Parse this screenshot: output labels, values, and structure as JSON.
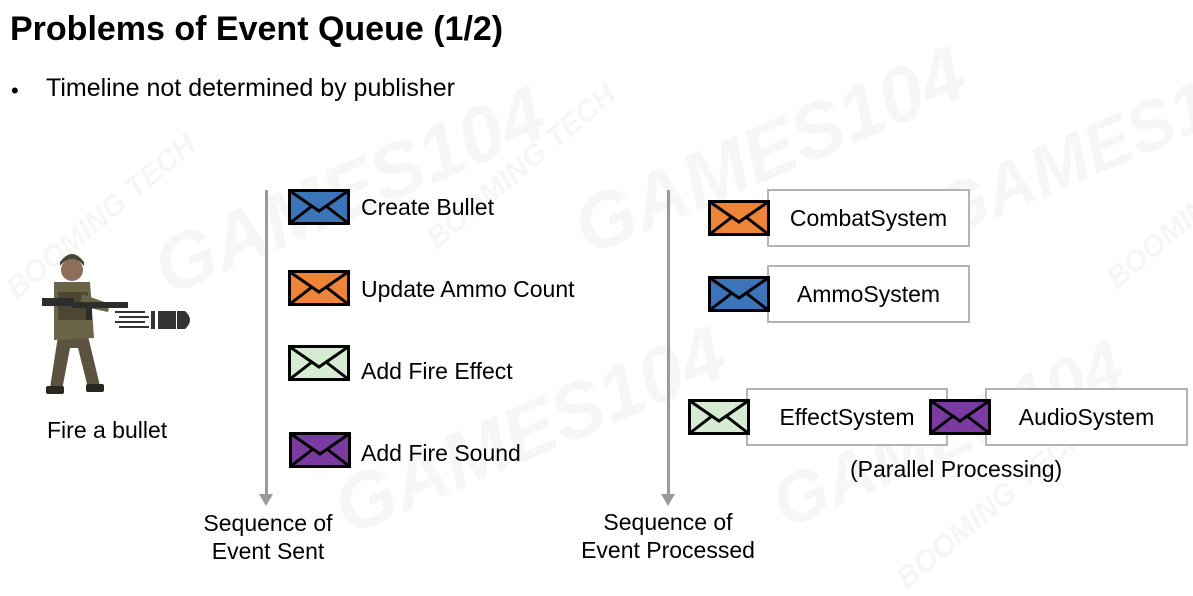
{
  "slide": {
    "title": "Problems of Event Queue (1/2)",
    "bullet": "Timeline not determined by publisher",
    "watermark_text": "GAMES104",
    "watermark_small": "BOOMING TECH"
  },
  "publisher": {
    "caption": "Fire a bullet",
    "soldier_icon": "soldier-with-rifle-icon",
    "bullet_icon": "bullet-icon"
  },
  "sent_column": {
    "axis_label_line1": "Sequence of",
    "axis_label_line2": "Event Sent",
    "events": [
      {
        "label": "Create Bullet",
        "color": "#3b74b8"
      },
      {
        "label": "Update Ammo Count",
        "color": "#ee8437"
      },
      {
        "label": "Add Fire Effect",
        "color": "#d6ecd2"
      },
      {
        "label": "Add Fire Sound",
        "color": "#7a3aa0"
      }
    ]
  },
  "processed_column": {
    "axis_label_line1": "Sequence of",
    "axis_label_line2": "Event Processed",
    "systems": [
      {
        "label": "CombatSystem",
        "color": "#ee8437"
      },
      {
        "label": "AmmoSystem",
        "color": "#3b74b8"
      },
      {
        "label": "EffectSystem",
        "color": "#d6ecd2"
      },
      {
        "label": "AudioSystem",
        "color": "#7a3aa0"
      }
    ],
    "parallel_caption": "(Parallel Processing)"
  }
}
